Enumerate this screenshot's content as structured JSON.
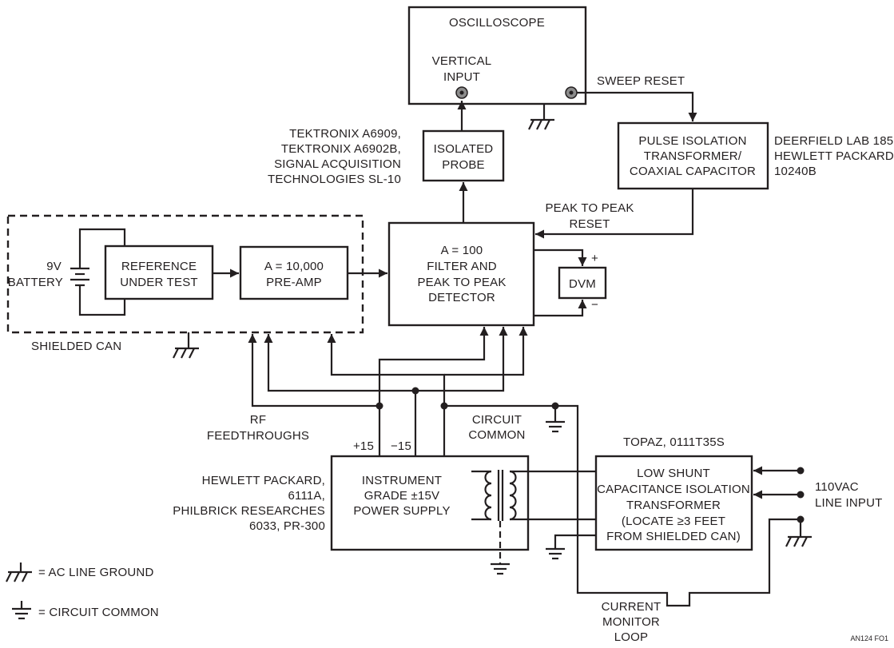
{
  "blocks": {
    "oscilloscope": {
      "title": "OSCILLOSCOPE",
      "vertical_input": [
        "VERTICAL",
        "INPUT"
      ]
    },
    "isolated_probe": [
      "ISOLATED",
      "PROBE"
    ],
    "pulse_isolation": [
      "PULSE ISOLATION",
      "TRANSFORMER/",
      "COAXIAL CAPACITOR"
    ],
    "filter_detector": [
      "A = 100",
      "FILTER AND",
      "PEAK TO PEAK",
      "DETECTOR"
    ],
    "dvm": "DVM",
    "reference": [
      "REFERENCE",
      "UNDER TEST"
    ],
    "preamp": [
      "A = 10,000",
      "PRE-AMP"
    ],
    "power_supply": [
      "INSTRUMENT",
      "GRADE ±15V",
      "POWER SUPPLY"
    ],
    "line_transformer": [
      "LOW SHUNT",
      "CAPACITANCE ISOLATION",
      "TRANSFORMER",
      "(LOCATE ≥3 FEET",
      "FROM SHIELDED CAN)"
    ]
  },
  "labels": {
    "sweep_reset": "SWEEP RESET",
    "peak_reset": [
      "PEAK TO PEAK",
      "RESET"
    ],
    "probe_models": [
      "TEKTRONIX A6909,",
      "TEKTRONIX A6902B,",
      "SIGNAL ACQUISITION",
      "TECHNOLOGIES SL-10"
    ],
    "pulse_models": [
      "DEERFIELD LAB 185,",
      "HEWLETT PACKARD",
      "10240B"
    ],
    "battery": [
      "9V",
      "BATTERY"
    ],
    "shielded_can": "SHIELDED CAN",
    "rf_feedthroughs": [
      "RF",
      "FEEDTHROUGHS"
    ],
    "circuit_common": [
      "CIRCUIT",
      "COMMON"
    ],
    "plus15": "+15",
    "minus15": "−15",
    "supply_models": [
      "HEWLETT PACKARD,",
      "6111A,",
      "PHILBRICK RESEARCHES",
      "6033, PR-300"
    ],
    "topaz": "TOPAZ, 0111T35S",
    "line_input": [
      "110VAC",
      "LINE INPUT"
    ],
    "current_loop": [
      "CURRENT",
      "MONITOR",
      "LOOP"
    ],
    "dvm_plus": "+",
    "dvm_minus": "−",
    "legend_ac_ground": "= AC LINE GROUND",
    "legend_circuit_common": "= CIRCUIT COMMON",
    "figure_id": "AN124 FO1"
  }
}
